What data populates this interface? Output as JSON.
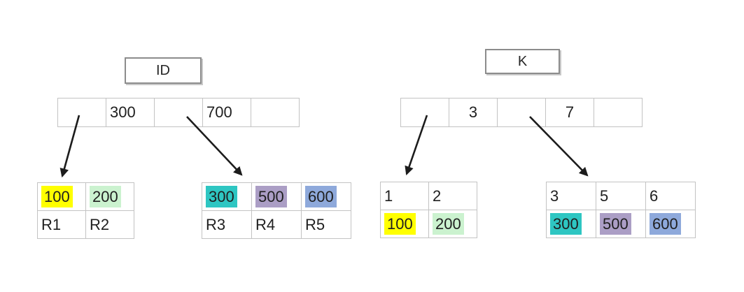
{
  "colors": {
    "highlight_yellow": "#FFFF00",
    "highlight_green": "#CBF2CF",
    "highlight_teal": "#2EC6C2",
    "highlight_purple": "#AB9EC5",
    "highlight_blue": "#8EA9DB"
  },
  "id_index": {
    "label": "ID",
    "root_cells": [
      "",
      "300",
      "",
      "700",
      ""
    ],
    "left_leaf": {
      "rows": [
        [
          "100",
          "200"
        ],
        [
          "R1",
          "R2"
        ]
      ]
    },
    "right_leaf": {
      "rows": [
        [
          "300",
          "500",
          "600"
        ],
        [
          "R3",
          "R4",
          "R5"
        ]
      ]
    }
  },
  "k_index": {
    "label": "K",
    "root_cells": [
      "",
      "3",
      "",
      "7",
      ""
    ],
    "left_leaf": {
      "rows": [
        [
          "1",
          "2"
        ],
        [
          "100",
          "200"
        ]
      ]
    },
    "right_leaf": {
      "rows": [
        [
          "3",
          "5",
          "6"
        ],
        [
          "300",
          "500",
          "600"
        ]
      ]
    }
  }
}
